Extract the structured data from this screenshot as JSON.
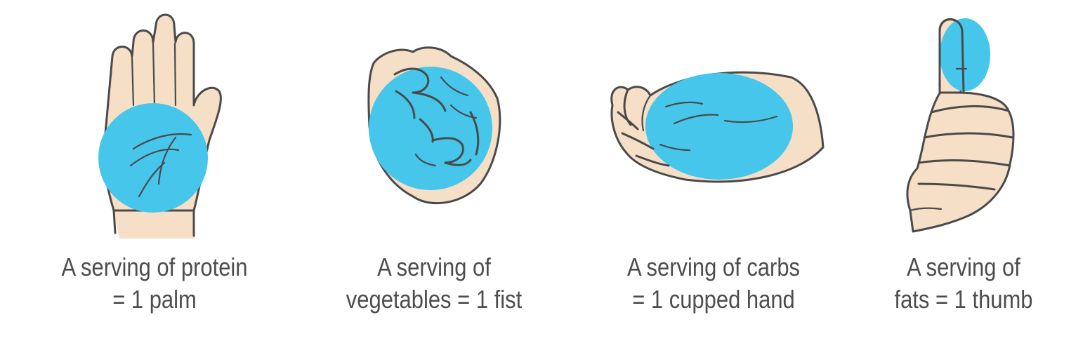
{
  "colors": {
    "highlight": "#45c6ea",
    "skin": "#f5dfc7",
    "skin_shadow": "#e9c9a8",
    "outline": "#4a4a4a",
    "text": "#4d4d4d",
    "background": "#ffffff"
  },
  "items": [
    {
      "icon": "palm-icon",
      "line1": "A serving of protein",
      "line2": "= 1 palm"
    },
    {
      "icon": "fist-icon",
      "line1": "A serving of",
      "line2": "vegetables = 1 fist"
    },
    {
      "icon": "cupped-hand-icon",
      "line1": "A serving of carbs",
      "line2": "= 1 cupped hand"
    },
    {
      "icon": "thumb-icon",
      "line1": "A serving of",
      "line2": "fats = 1 thumb"
    }
  ]
}
